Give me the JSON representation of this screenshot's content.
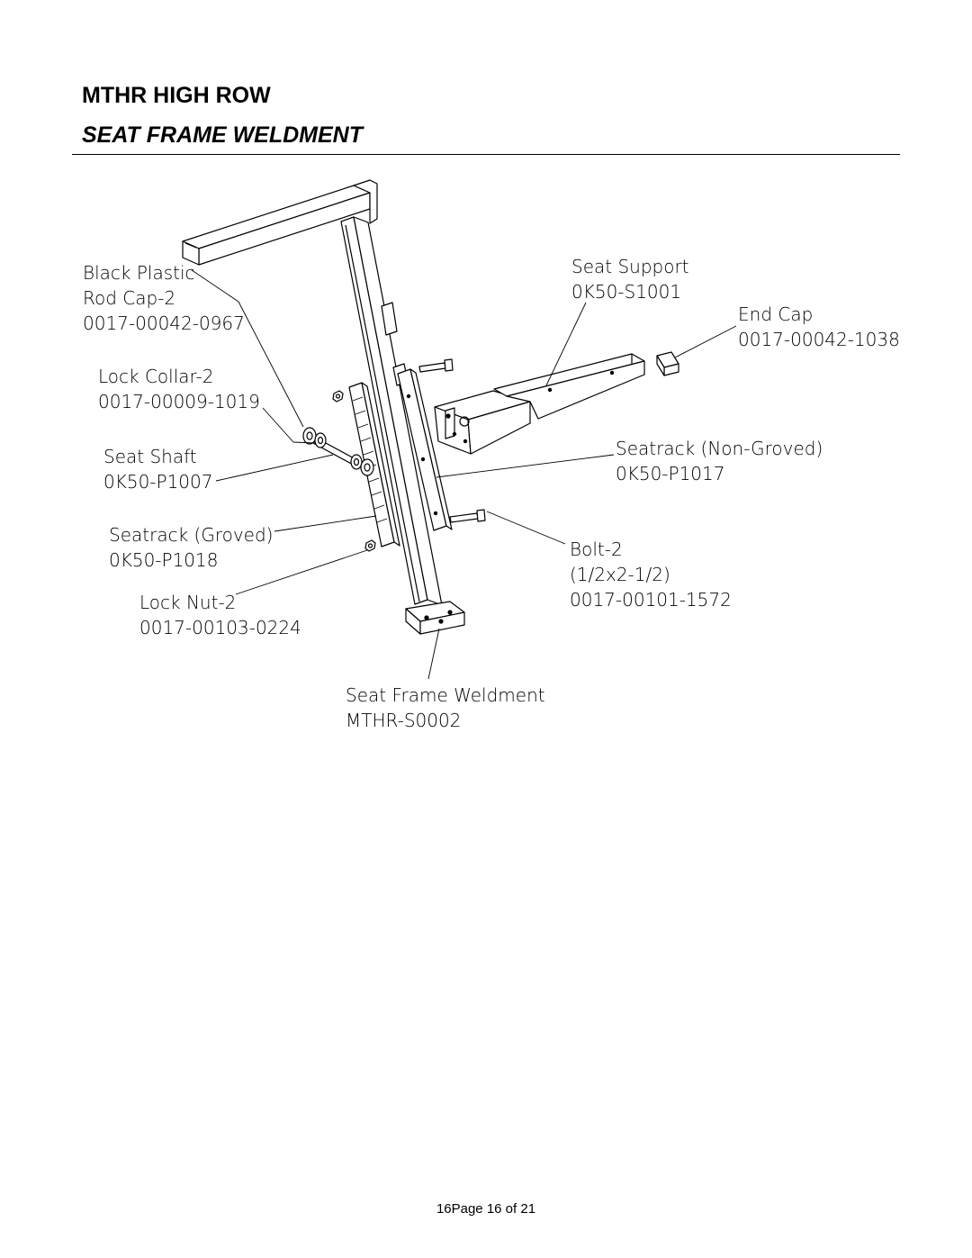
{
  "header": {
    "title": "MTHR HIGH ROW",
    "subtitle": "SEAT FRAME WELDMENT"
  },
  "callouts": {
    "black_plastic_rod_cap": {
      "line1": "Black Plastic",
      "line2": "Rod Cap-2",
      "part_no": "0017-00042-0967"
    },
    "lock_collar": {
      "line1": "Lock Collar-2",
      "part_no": "0017-00009-1019"
    },
    "seat_shaft": {
      "line1": "Seat Shaft",
      "part_no": "0K50-P1007"
    },
    "seatrack_groved": {
      "line1": "Seatrack (Groved)",
      "part_no": "0K50-P1018"
    },
    "lock_nut": {
      "line1": "Lock Nut-2",
      "part_no": "0017-00103-0224"
    },
    "seat_support": {
      "line1": "Seat Support",
      "part_no": "0K50-S1001"
    },
    "end_cap": {
      "line1": "End Cap",
      "part_no": "0017-00042-1038"
    },
    "seatrack_non_groved": {
      "line1": "Seatrack (Non-Groved)",
      "part_no": "0K50-P1017"
    },
    "bolt": {
      "line1": "Bolt-2",
      "line2": "(1/2x2-1/2)",
      "part_no": "0017-00101-1572"
    },
    "seat_frame_weldment": {
      "line1": "Seat Frame Weldment",
      "part_no": "MTHR-S0002"
    }
  },
  "footer": {
    "page_text": "16Page 16 of 21"
  }
}
